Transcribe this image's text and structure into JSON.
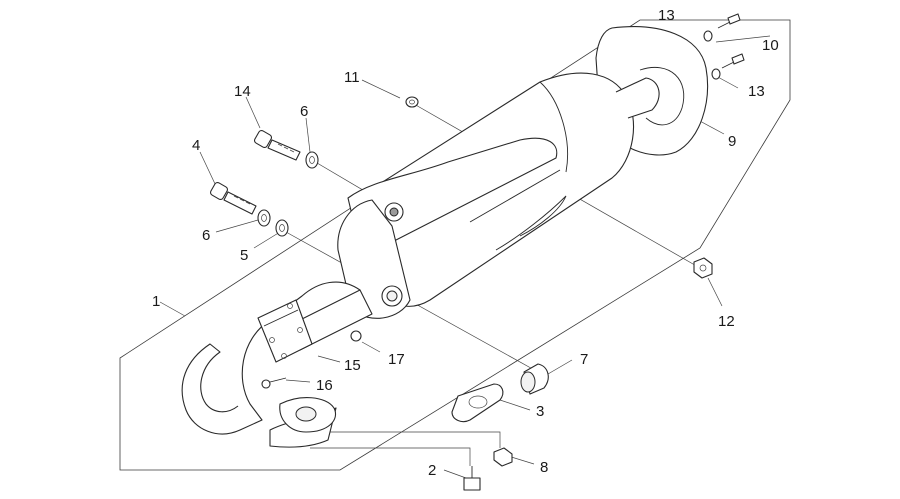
{
  "callouts": [
    {
      "id": "c1",
      "text": "1"
    },
    {
      "id": "c2",
      "text": "2"
    },
    {
      "id": "c3",
      "text": "3"
    },
    {
      "id": "c4",
      "text": "4"
    },
    {
      "id": "c5",
      "text": "5"
    },
    {
      "id": "c6a",
      "text": "6"
    },
    {
      "id": "c6b",
      "text": "6"
    },
    {
      "id": "c7",
      "text": "7"
    },
    {
      "id": "c8",
      "text": "8"
    },
    {
      "id": "c9",
      "text": "9"
    },
    {
      "id": "c10",
      "text": "10"
    },
    {
      "id": "c11",
      "text": "11"
    },
    {
      "id": "c12",
      "text": "12"
    },
    {
      "id": "c13a",
      "text": "13"
    },
    {
      "id": "c13b",
      "text": "13"
    },
    {
      "id": "c14",
      "text": "14"
    },
    {
      "id": "c15",
      "text": "15"
    },
    {
      "id": "c16",
      "text": "16"
    },
    {
      "id": "c17",
      "text": "17"
    }
  ]
}
